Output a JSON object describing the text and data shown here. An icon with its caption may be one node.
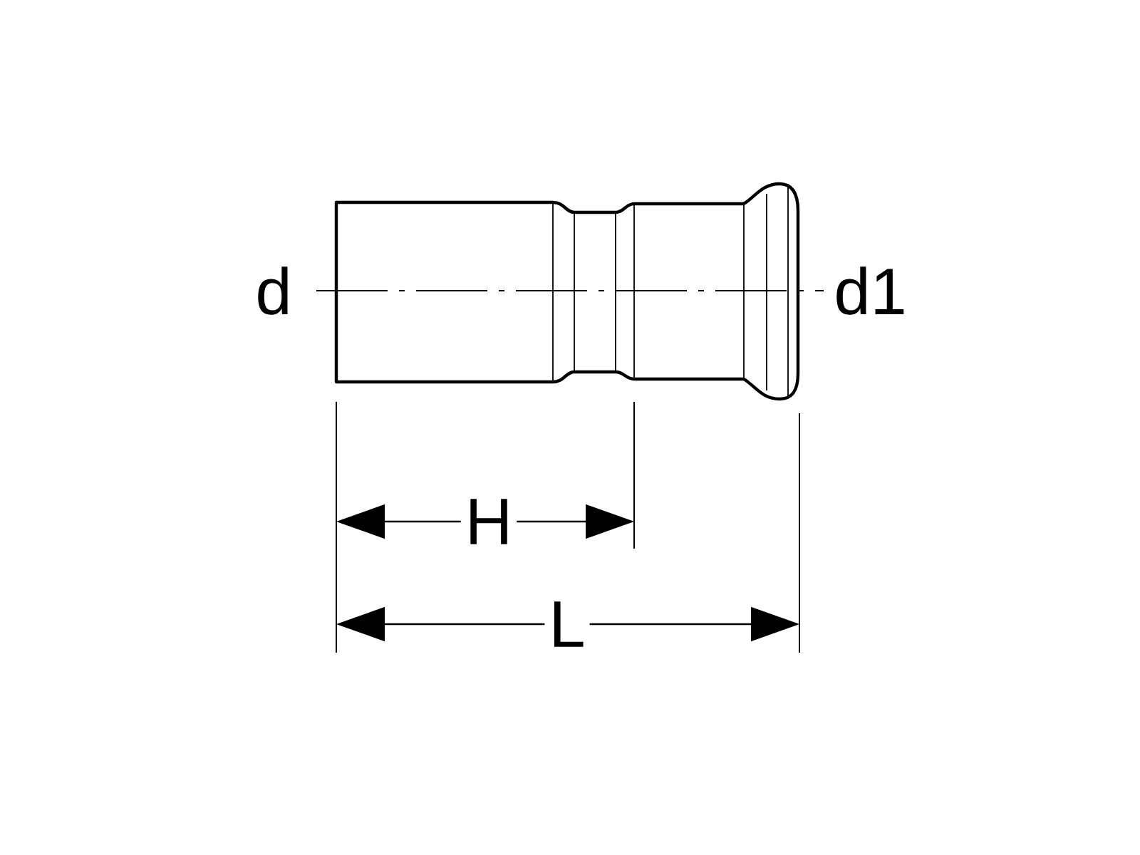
{
  "diagram": {
    "labels": [
      "d",
      "d1",
      "H",
      "L"
    ]
  }
}
